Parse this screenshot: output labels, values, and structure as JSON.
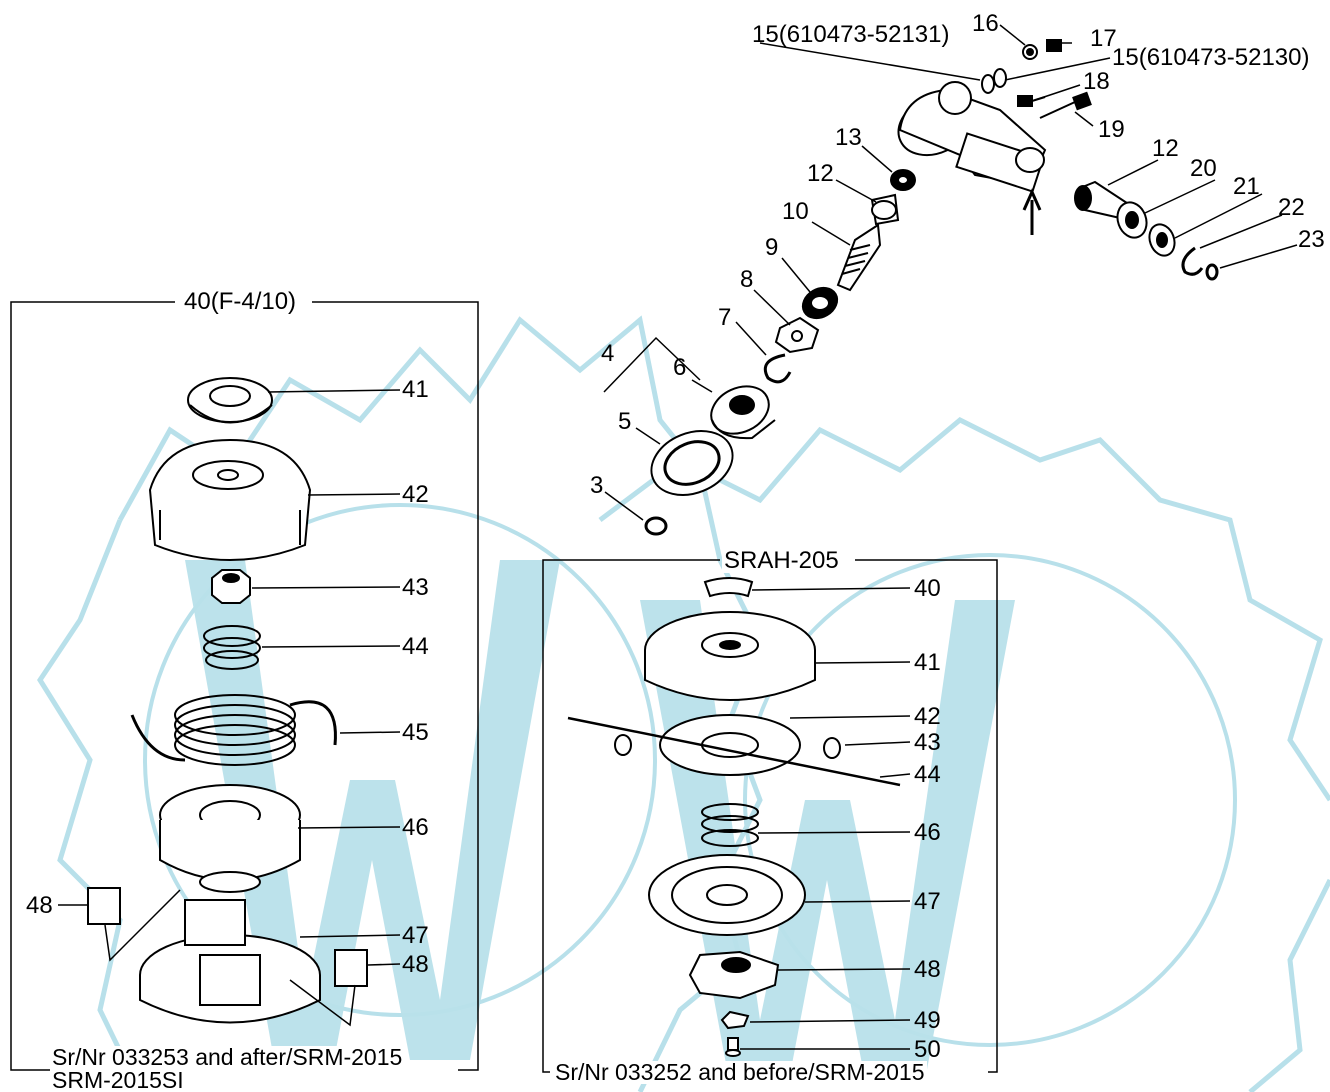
{
  "watermark_color": "#b8e0ea",
  "drawing_color": "#000000",
  "gearcase": {
    "labels": {
      "p15a": "15(610473-52131)",
      "p16": "16",
      "p17": "17",
      "p15b": "15(610473-52130)",
      "p18": "18",
      "p19": "19",
      "p13": "13",
      "p12a": "12",
      "p12b": "12",
      "p20": "20",
      "p21": "21",
      "p22": "22",
      "p23": "23",
      "p10": "10",
      "p9": "9",
      "p8": "8",
      "p7": "7",
      "p6": "6",
      "p4": "4",
      "p5": "5",
      "p3": "3"
    }
  },
  "left_box": {
    "title": "40(F-4/10)",
    "labels": {
      "p41": "41",
      "p42": "42",
      "p43": "43",
      "p44": "44",
      "p45": "45",
      "p46": "46",
      "p47": "47",
      "p48a": "48",
      "p48b": "48"
    },
    "caption_line1": "Sr/Nr 033253 and after/SRM-2015",
    "caption_line2": "SRM-2015SI"
  },
  "right_box": {
    "title": "SRAH-205",
    "labels": {
      "p40": "40",
      "p41": "41",
      "p42": "42",
      "p43": "43",
      "p44": "44",
      "p46": "46",
      "p47": "47",
      "p48": "48",
      "p49": "49",
      "p50": "50"
    },
    "caption": "Sr/Nr 033252 and before/SRM-2015"
  }
}
